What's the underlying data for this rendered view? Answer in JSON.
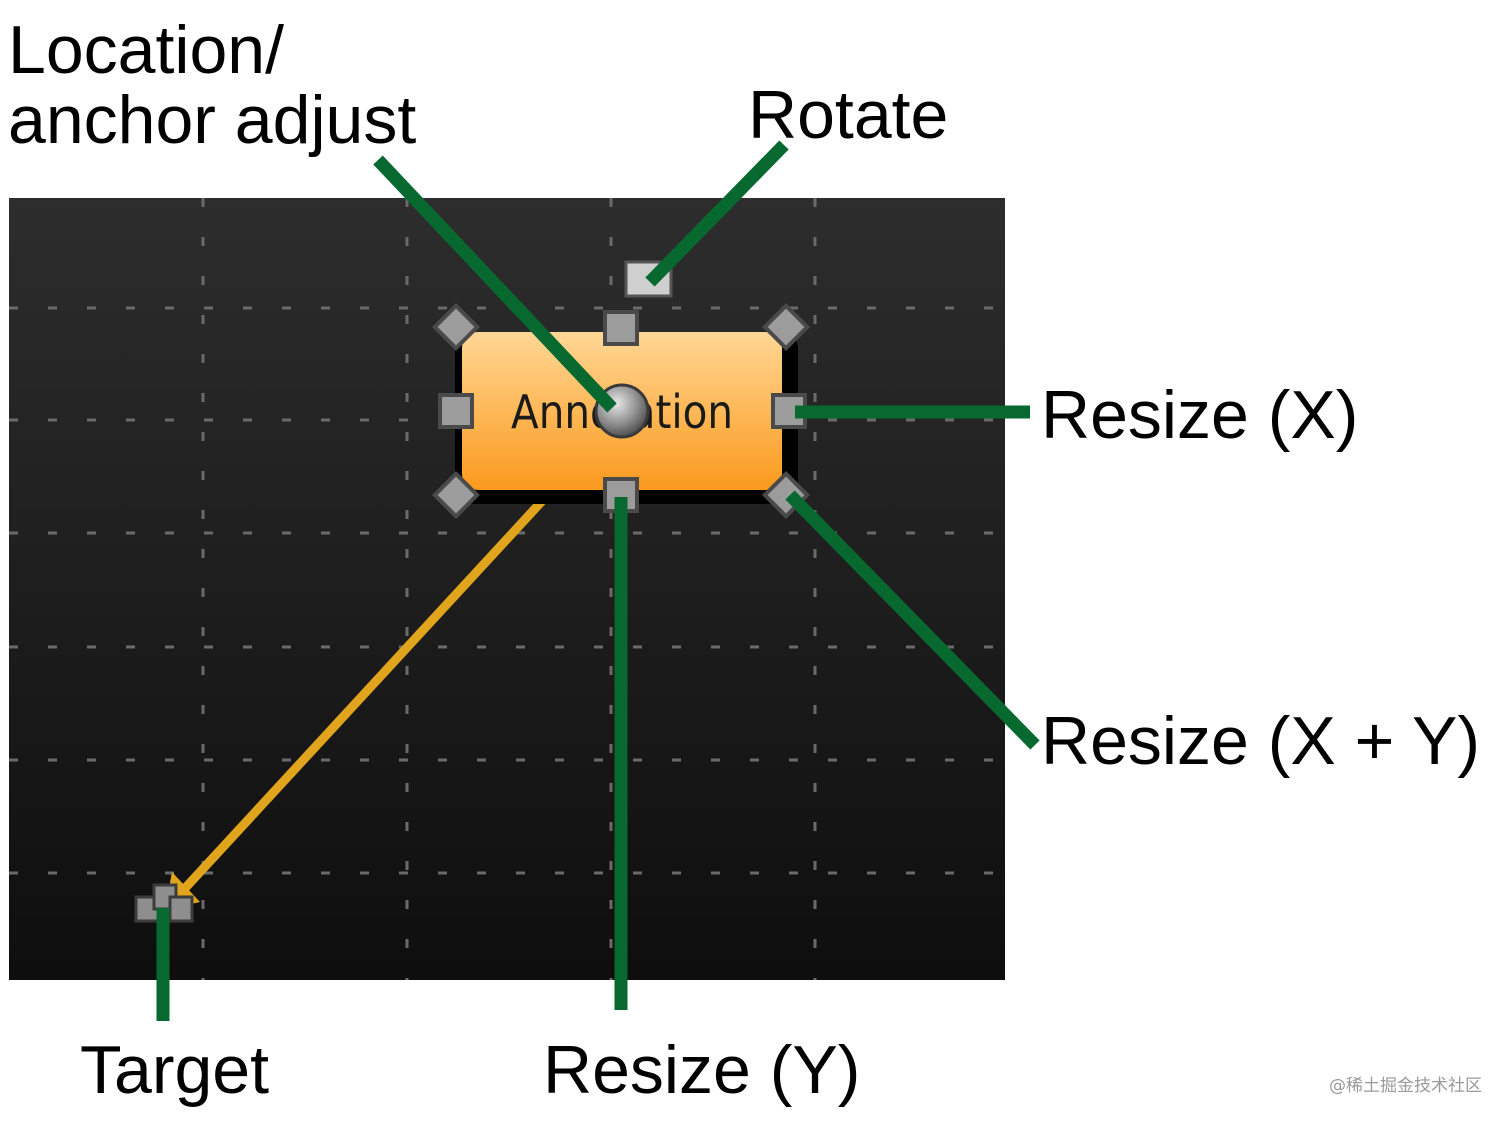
{
  "labels": {
    "location": [
      "Location/",
      "anchor adjust"
    ],
    "rotate": "Rotate",
    "resize_x": "Resize (X)",
    "resize_xy": "Resize (X + Y)",
    "target": "Target",
    "resize_y": "Resize (Y)"
  },
  "annotation": {
    "text": "Annotation"
  },
  "watermark": "@稀土掘金技术社区",
  "colors": {
    "callout_line": "#07692f",
    "pointer_arrow": "#e0a51d",
    "annotation_top": "#ffd795",
    "annotation_bottom": "#fb9a1e",
    "canvas_top": "#2d2d2d",
    "canvas_bottom": "#0e0e0e",
    "grid": "#6a6a6a"
  },
  "icons": {
    "handle_square": "square-handle-icon",
    "handle_corner": "diamond-handle-icon",
    "anchor": "circle-anchor-icon",
    "rotate": "rotate-handle-icon",
    "target": "target-handle-icon"
  }
}
